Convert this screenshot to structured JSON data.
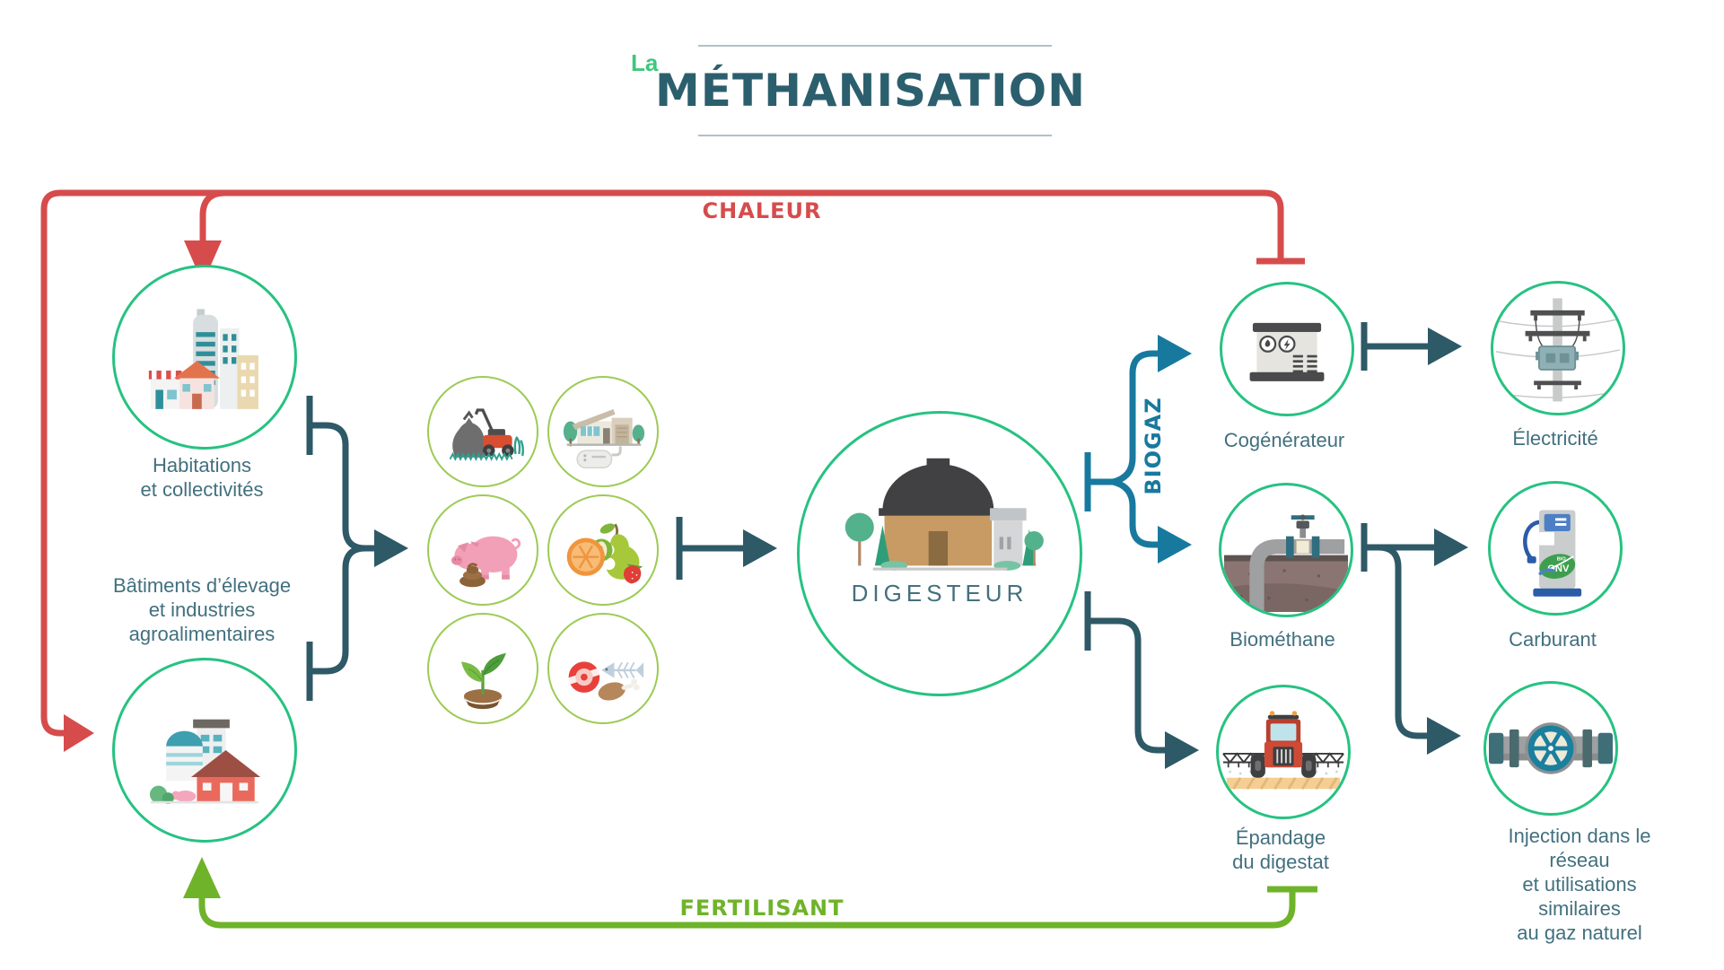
{
  "title": {
    "la": "La",
    "main": "MÉTHANISATION"
  },
  "flows": {
    "chaleur": {
      "label": "CHALEUR",
      "color": "#D64C4C"
    },
    "biogaz": {
      "label": "BIOGAZ",
      "color": "#18799F"
    },
    "fertilisant": {
      "label": "FERTILISANT",
      "color": "#6FB32A"
    }
  },
  "sources": {
    "habitations": {
      "label": "Habitations\net collectivités",
      "icon": "city-buildings-icon"
    },
    "batiments": {
      "label": "Bâtiments d’élevage\net industries\nagroalimentaires",
      "icon": "farm-buildings-icon"
    }
  },
  "inputs": [
    {
      "icon": "lawn-mower-green-waste-icon"
    },
    {
      "icon": "house-septic-tank-icon"
    },
    {
      "icon": "pig-manure-icon"
    },
    {
      "icon": "fruit-waste-icon"
    },
    {
      "icon": "seedling-icon"
    },
    {
      "icon": "food-waste-icon"
    }
  ],
  "digester": {
    "label": "DIGESTEUR",
    "icon": "digester-plant-icon"
  },
  "outputs": {
    "cogenerateur": {
      "label": "Cogénérateur",
      "icon": "cogenerator-icon"
    },
    "biomethane": {
      "label": "Biométhane",
      "icon": "buried-gas-pipe-icon"
    },
    "epandage": {
      "label": "Épandage\ndu digestat",
      "icon": "tractor-sprayer-icon"
    }
  },
  "finals": {
    "electricite": {
      "label": "Électricité",
      "icon": "power-pole-icon"
    },
    "carburant": {
      "label": "Carburant",
      "icon": "gnv-fuel-pump-icon"
    },
    "injection": {
      "label": "Injection dans le réseau\net utilisations similaires\nau gaz naturel",
      "icon": "pipe-valve-icon"
    }
  },
  "colors": {
    "emerald_circle": "#26C281",
    "light_green_circle": "#9CCB55",
    "heat_red": "#D64C4C",
    "biogas_blue": "#18799F",
    "fertilizer_green": "#6FB32A",
    "connector_dark": "#2E5966",
    "title_teal": "#2C5F6E",
    "label_teal": "#42707F",
    "title_accent_green": "#3DC87D"
  }
}
